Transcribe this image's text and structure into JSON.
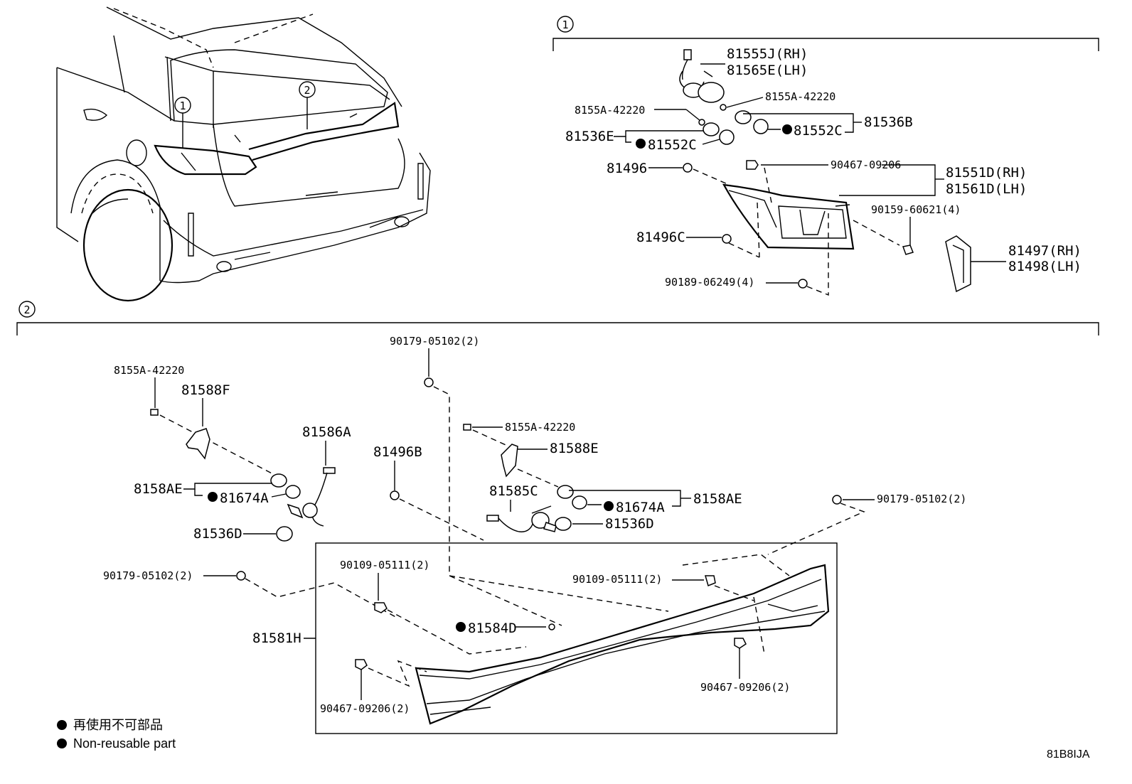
{
  "labels": {
    "callout_1": "1",
    "callout_2": "2",
    "p81555J": "81555J(RH)",
    "p81565E": "81565E(LH)",
    "p8155A_a": "8155A-42220",
    "p8155A_b": "8155A-42220",
    "p81536E": "81536E",
    "p81552C_a": "81552C",
    "p81552C_b": "81552C",
    "p81536B": "81536B",
    "p81496": "81496",
    "p90467_a": "90467-09206",
    "p81551D": "81551D(RH)",
    "p81561D": "81561D(LH)",
    "p90159": "90159-60621(4)",
    "p81496C": "81496C",
    "p81497": "81497(RH)",
    "p81498": "81498(LH)",
    "p90189": "90189-06249(4)",
    "p90179_a": "90179-05102(2)",
    "p8155A_c": "8155A-42220",
    "p81588F": "81588F",
    "p81586A": "81586A",
    "p81496B": "81496B",
    "p8155A_d": "8155A-42220",
    "p81588E": "81588E",
    "p8158AE_a": "8158AE",
    "p81674A_a": "81674A",
    "p81585C": "81585C",
    "p81674A_b": "81674A",
    "p8158AE_b": "8158AE",
    "p90179_b": "90179-05102(2)",
    "p81536D_a": "81536D",
    "p81536D_b": "81536D",
    "p90179_c": "90179-05102(2)",
    "p90109_a": "90109-05111(2)",
    "p90109_b": "90109-05111(2)",
    "p81581H": "81581H",
    "p81584D": "81584D",
    "p90467_b": "90467-09206(2)",
    "p90467_c": "90467-09206(2)"
  },
  "legend": {
    "jp": "再使用不可部品",
    "en": "Non-reusable part"
  },
  "diagram_code": "81B8IJA"
}
